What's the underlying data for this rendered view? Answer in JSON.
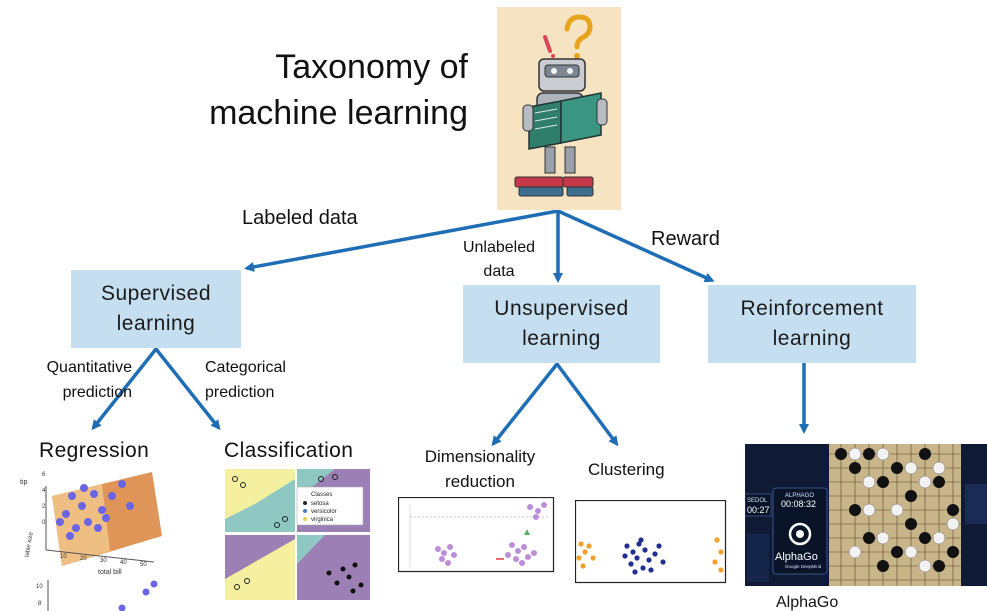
{
  "title": [
    "Taxonomy of",
    "machine learning"
  ],
  "edges": {
    "labeled": "Labeled data",
    "unlabeled": [
      "Unlabeled",
      "data"
    ],
    "reward": "Reward",
    "quantitative": [
      "Quantitative",
      "prediction"
    ],
    "categorical": [
      "Categorical",
      "prediction"
    ]
  },
  "boxes": {
    "supervised": [
      "Supervised",
      "learning"
    ],
    "unsupervised": [
      "Unsupervised",
      "learning"
    ],
    "reinforcement": [
      "Reinforcement",
      "learning"
    ]
  },
  "leaves": {
    "regression": "Regression",
    "classification": "Classification",
    "dimensionality": [
      "Dimensionality",
      "reduction"
    ],
    "clustering": "Clustering",
    "alphago": "AlphaGo"
  },
  "plot_text": {
    "regression": {
      "xlabel": "total bill",
      "ylabel": "table size",
      "zlabel": "tip",
      "xticks": [
        "10",
        "20",
        "30",
        "40",
        "50"
      ],
      "zticks": [
        "6",
        "4",
        "2",
        "0"
      ],
      "yticks2": [
        "10",
        "8"
      ]
    },
    "classification": {
      "legend_title": "Classes",
      "legend": [
        "setosa",
        "versicolor",
        "virginica"
      ]
    },
    "alphago": {
      "player1": "SEDOL",
      "time1": "00:27",
      "player2": "ALPHAGO",
      "time2": "00:08:32",
      "brand": "AlphaGo",
      "brand_sub": "Google DeepMind"
    }
  },
  "colors": {
    "arrow": "#1f6eb5",
    "box": "#c5dff0",
    "class_yellow": "#f4f0a0",
    "class_teal": "#8fc7c2",
    "class_purple": "#9b7fb5",
    "points_blue": "#6b64e6",
    "cluster_orange": "#f2a22a",
    "cluster_navy": "#1f2e8f",
    "embed_purple": "#b582d6"
  }
}
